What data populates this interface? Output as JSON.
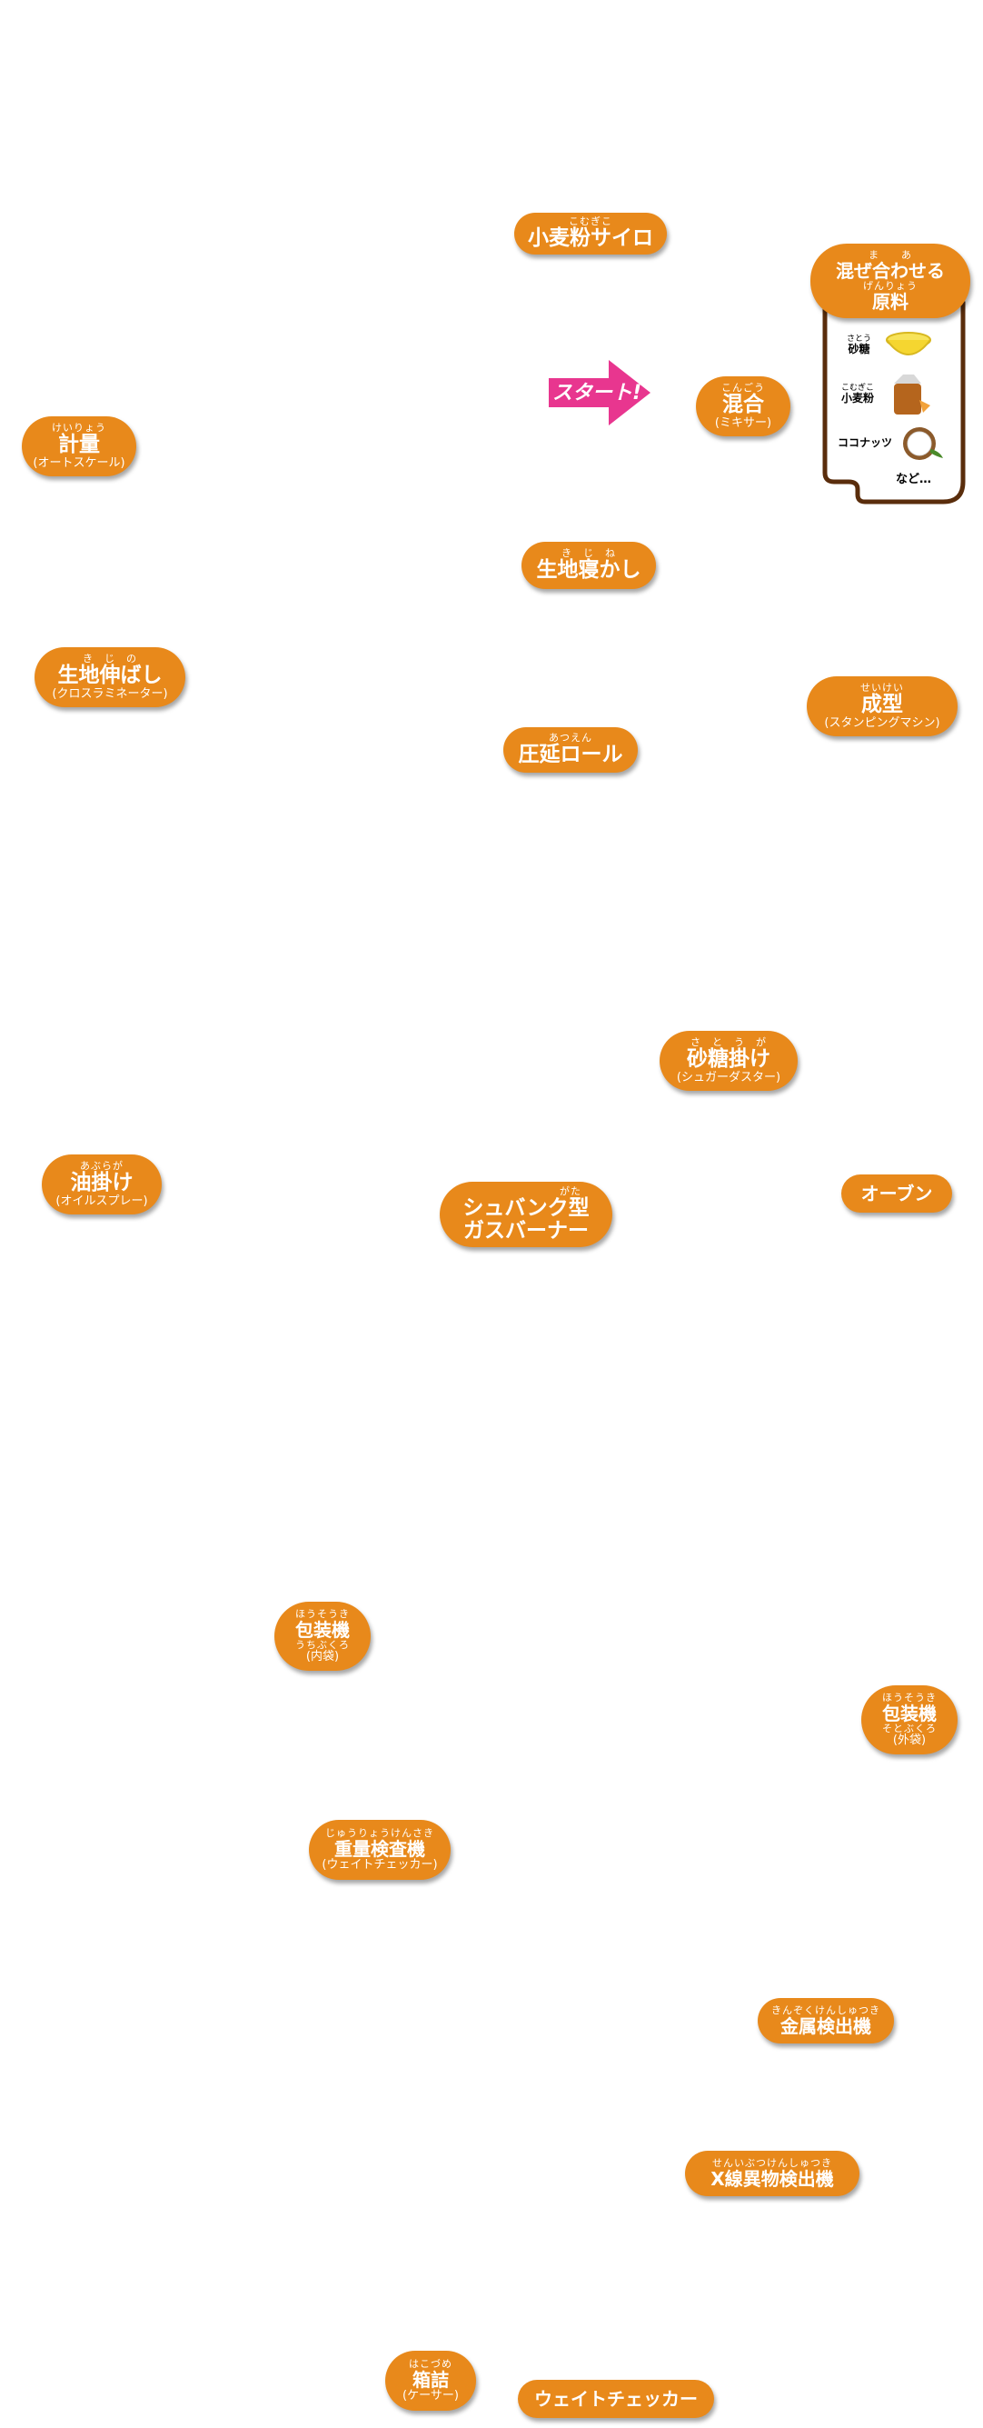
{
  "start_label": "スタート!",
  "nodes": {
    "flour_silo": {
      "ruby": "こむぎこ",
      "main": "小麦粉サイロ"
    },
    "materials": {
      "ruby1": "ま　　あ",
      "main1": "混ぜ合わせる",
      "ruby2": "げんりょう",
      "main2": "原料"
    },
    "mixing": {
      "ruby": "こんごう",
      "main": "混合",
      "sub": "(ミキサー)"
    },
    "weighing": {
      "ruby": "けいりょう",
      "main": "計量",
      "sub": "(オートスケール)"
    },
    "resting": {
      "ruby": "き　じ　ね",
      "main": "生地寝かし"
    },
    "sheeting": {
      "ruby": "き　じ　の",
      "main": "生地伸ばし",
      "sub": "(クロスラミネーター)"
    },
    "forming": {
      "ruby": "せいけい",
      "main": "成型",
      "sub": "(スタンピングマシン)"
    },
    "rolling": {
      "ruby": "あつえん",
      "main": "圧延ロール"
    },
    "sugaring": {
      "ruby": "さ　と　う　が",
      "main": "砂糖掛け",
      "sub": "(シュガーダスター)"
    },
    "oiling": {
      "ruby": "あぶらが",
      "main": "油掛け",
      "sub": "(オイルスプレー)"
    },
    "burner": {
      "ruby": "がた",
      "main1": "シュバンク型",
      "main2": "ガスバーナー"
    },
    "oven": {
      "main": "オーブン"
    },
    "inner_pack": {
      "ruby1": "ほうそうき",
      "main": "包装機",
      "ruby2": "うちぶくろ",
      "sub": "(内袋)"
    },
    "outer_pack": {
      "ruby1": "ほうそうき",
      "main": "包装機",
      "ruby2": "そとぶくろ",
      "sub": "(外袋)"
    },
    "weight_check": {
      "ruby": "じゅうりょうけんさき",
      "main": "重量検査機",
      "sub": "(ウェイトチェッカー)"
    },
    "metal_detector": {
      "ruby": "きんぞくけんしゅつき",
      "main": "金属検出機"
    },
    "xray": {
      "ruby": "せんいぶつけんしゅつき",
      "main": "X線異物検出機"
    },
    "casing": {
      "ruby": "はこづめ",
      "main": "箱詰",
      "sub": "(ケーサー)"
    },
    "weight_checker": {
      "main": "ウェイトチェッカー"
    }
  },
  "ingredients": [
    {
      "ruby": "さとう",
      "name": "砂糖",
      "icon": "sugar-bowl-icon"
    },
    {
      "ruby": "こむぎこ",
      "name": "小麦粉",
      "icon": "flour-bag-icon"
    },
    {
      "ruby": "",
      "name": "ココナッツ",
      "icon": "coconut-icon"
    }
  ],
  "ingredients_more": "など…",
  "colors": {
    "node": "#e8891b",
    "start_arrow": "#e8368f",
    "ingredient_box_border": "#5a2d0c"
  }
}
